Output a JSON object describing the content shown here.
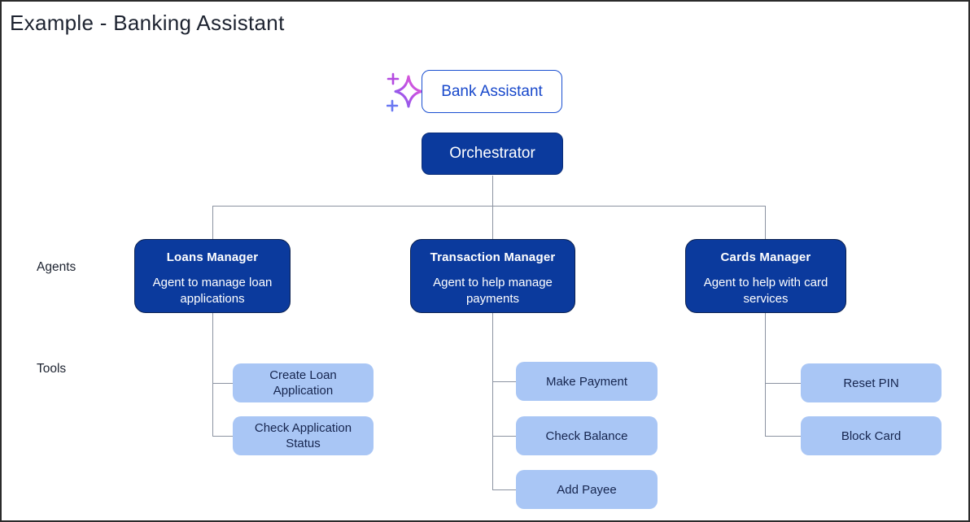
{
  "title": "Example - Banking Assistant",
  "legend": {
    "agents_label": "Agents",
    "tools_label": "Tools"
  },
  "root": {
    "label": "Bank Assistant",
    "icon": "sparkles-icon"
  },
  "orchestrator": {
    "label": "Orchestrator"
  },
  "agents": [
    {
      "name": "Loans Manager",
      "description": "Agent to manage loan applications",
      "tools": [
        "Create Loan Application",
        "Check Application Status"
      ]
    },
    {
      "name": "Transaction Manager",
      "description": "Agent to help manage payments",
      "tools": [
        "Make Payment",
        "Check Balance",
        "Add Payee"
      ]
    },
    {
      "name": "Cards Manager",
      "description": "Agent to help with card services",
      "tools": [
        "Reset PIN",
        "Block Card"
      ]
    }
  ],
  "colors": {
    "agent_box_blue": "#0b3a9d",
    "tool_box_blue": "#a9c6f5",
    "root_outline_blue": "#1a4fd1",
    "connector_gray": "#8b93a1",
    "text_dark": "#1d2330"
  }
}
